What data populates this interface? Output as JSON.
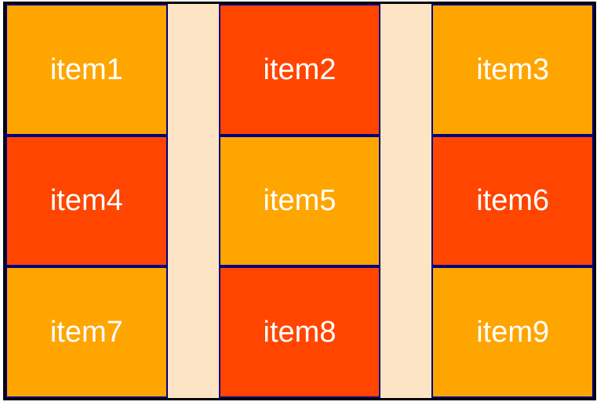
{
  "page": {
    "background": "#FFFFFF"
  },
  "container": {
    "background": "#FCE4C4",
    "border_color": "#000000"
  },
  "item_style": {
    "border_color": "#000080",
    "text_color": "#FFFFFF",
    "color_odd": "#FFA500",
    "color_even": "#FF4500"
  },
  "items": [
    {
      "label": "item1",
      "background": "#FFA500"
    },
    {
      "label": "item2",
      "background": "#FF4500"
    },
    {
      "label": "item3",
      "background": "#FFA500"
    },
    {
      "label": "item4",
      "background": "#FF4500"
    },
    {
      "label": "item5",
      "background": "#FFA500"
    },
    {
      "label": "item6",
      "background": "#FF4500"
    },
    {
      "label": "item7",
      "background": "#FFA500"
    },
    {
      "label": "item8",
      "background": "#FF4500"
    },
    {
      "label": "item9",
      "background": "#FFA500"
    }
  ]
}
